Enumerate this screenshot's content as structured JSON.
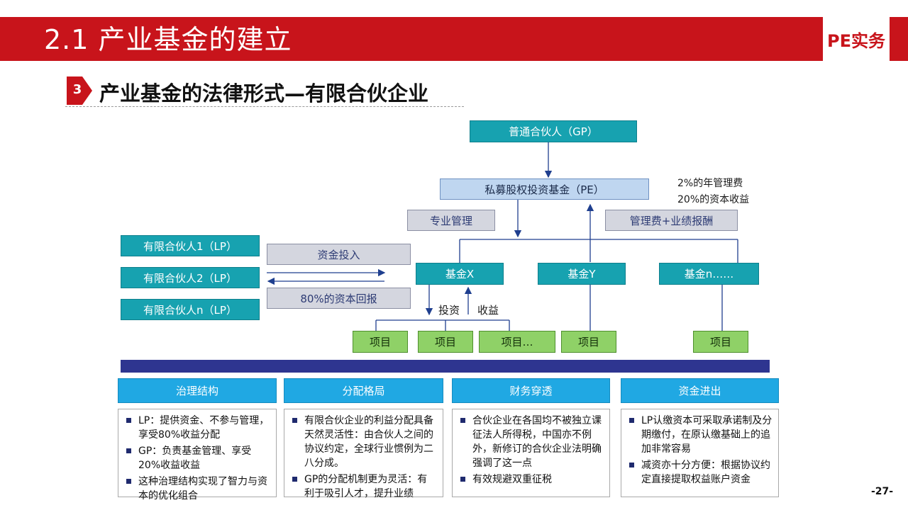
{
  "header": {
    "title": "2.1 产业基金的建立",
    "brand": "PE实务",
    "brand_color": "#c8141b"
  },
  "section": {
    "number": "3",
    "title": "产业基金的法律形式—有限合伙企业"
  },
  "diagram": {
    "gp": "普通合伙人（GP）",
    "pe": "私募股权投资基金（PE）",
    "fee_note_1": "2%的年管理费",
    "fee_note_2": "20%的资本收益",
    "pro_manage": "专业管理",
    "fee_reward": "管理费+业绩报酬",
    "lps": [
      "有限合伙人1（LP）",
      "有限合伙人2（LP）",
      "有限合伙人n（LP）"
    ],
    "capital_in": "资金投入",
    "capital_return": "80%的资本回报",
    "funds": [
      "基金X",
      "基金Y",
      "基金n……"
    ],
    "invest_label": "投资",
    "income_label": "收益",
    "projects": [
      "项目",
      "项目",
      "项目…",
      "项目",
      "项目"
    ]
  },
  "columns": [
    {
      "heading": "治理结构",
      "items": [
        "LP：提供资金、不参与管理，享受80%收益分配",
        "GP：负责基金管理、享受20%收益收益",
        "这种治理结构实现了智力与资本的优化组合"
      ]
    },
    {
      "heading": "分配格局",
      "items": [
        "有限合伙企业的利益分配具备天然灵活性：由合伙人之间的协议约定，全球行业惯例为二八分成。",
        "GP的分配机制更为灵活：有利于吸引人才，提升业绩"
      ]
    },
    {
      "heading": "财务穿透",
      "items": [
        "合伙企业在各国均不被独立课征法人所得税，中国亦不例外，新修订的合伙企业法明确强调了这一点",
        "有效规避双重征税"
      ]
    },
    {
      "heading": "资金进出",
      "items": [
        "LP认缴资本可采取承诺制及分期缴付，在原认缴基础上的追加非常容易",
        "减资亦十分方便：根据协议约定直接提取权益账户资金"
      ]
    }
  ],
  "page": {
    "number": "-27-"
  }
}
